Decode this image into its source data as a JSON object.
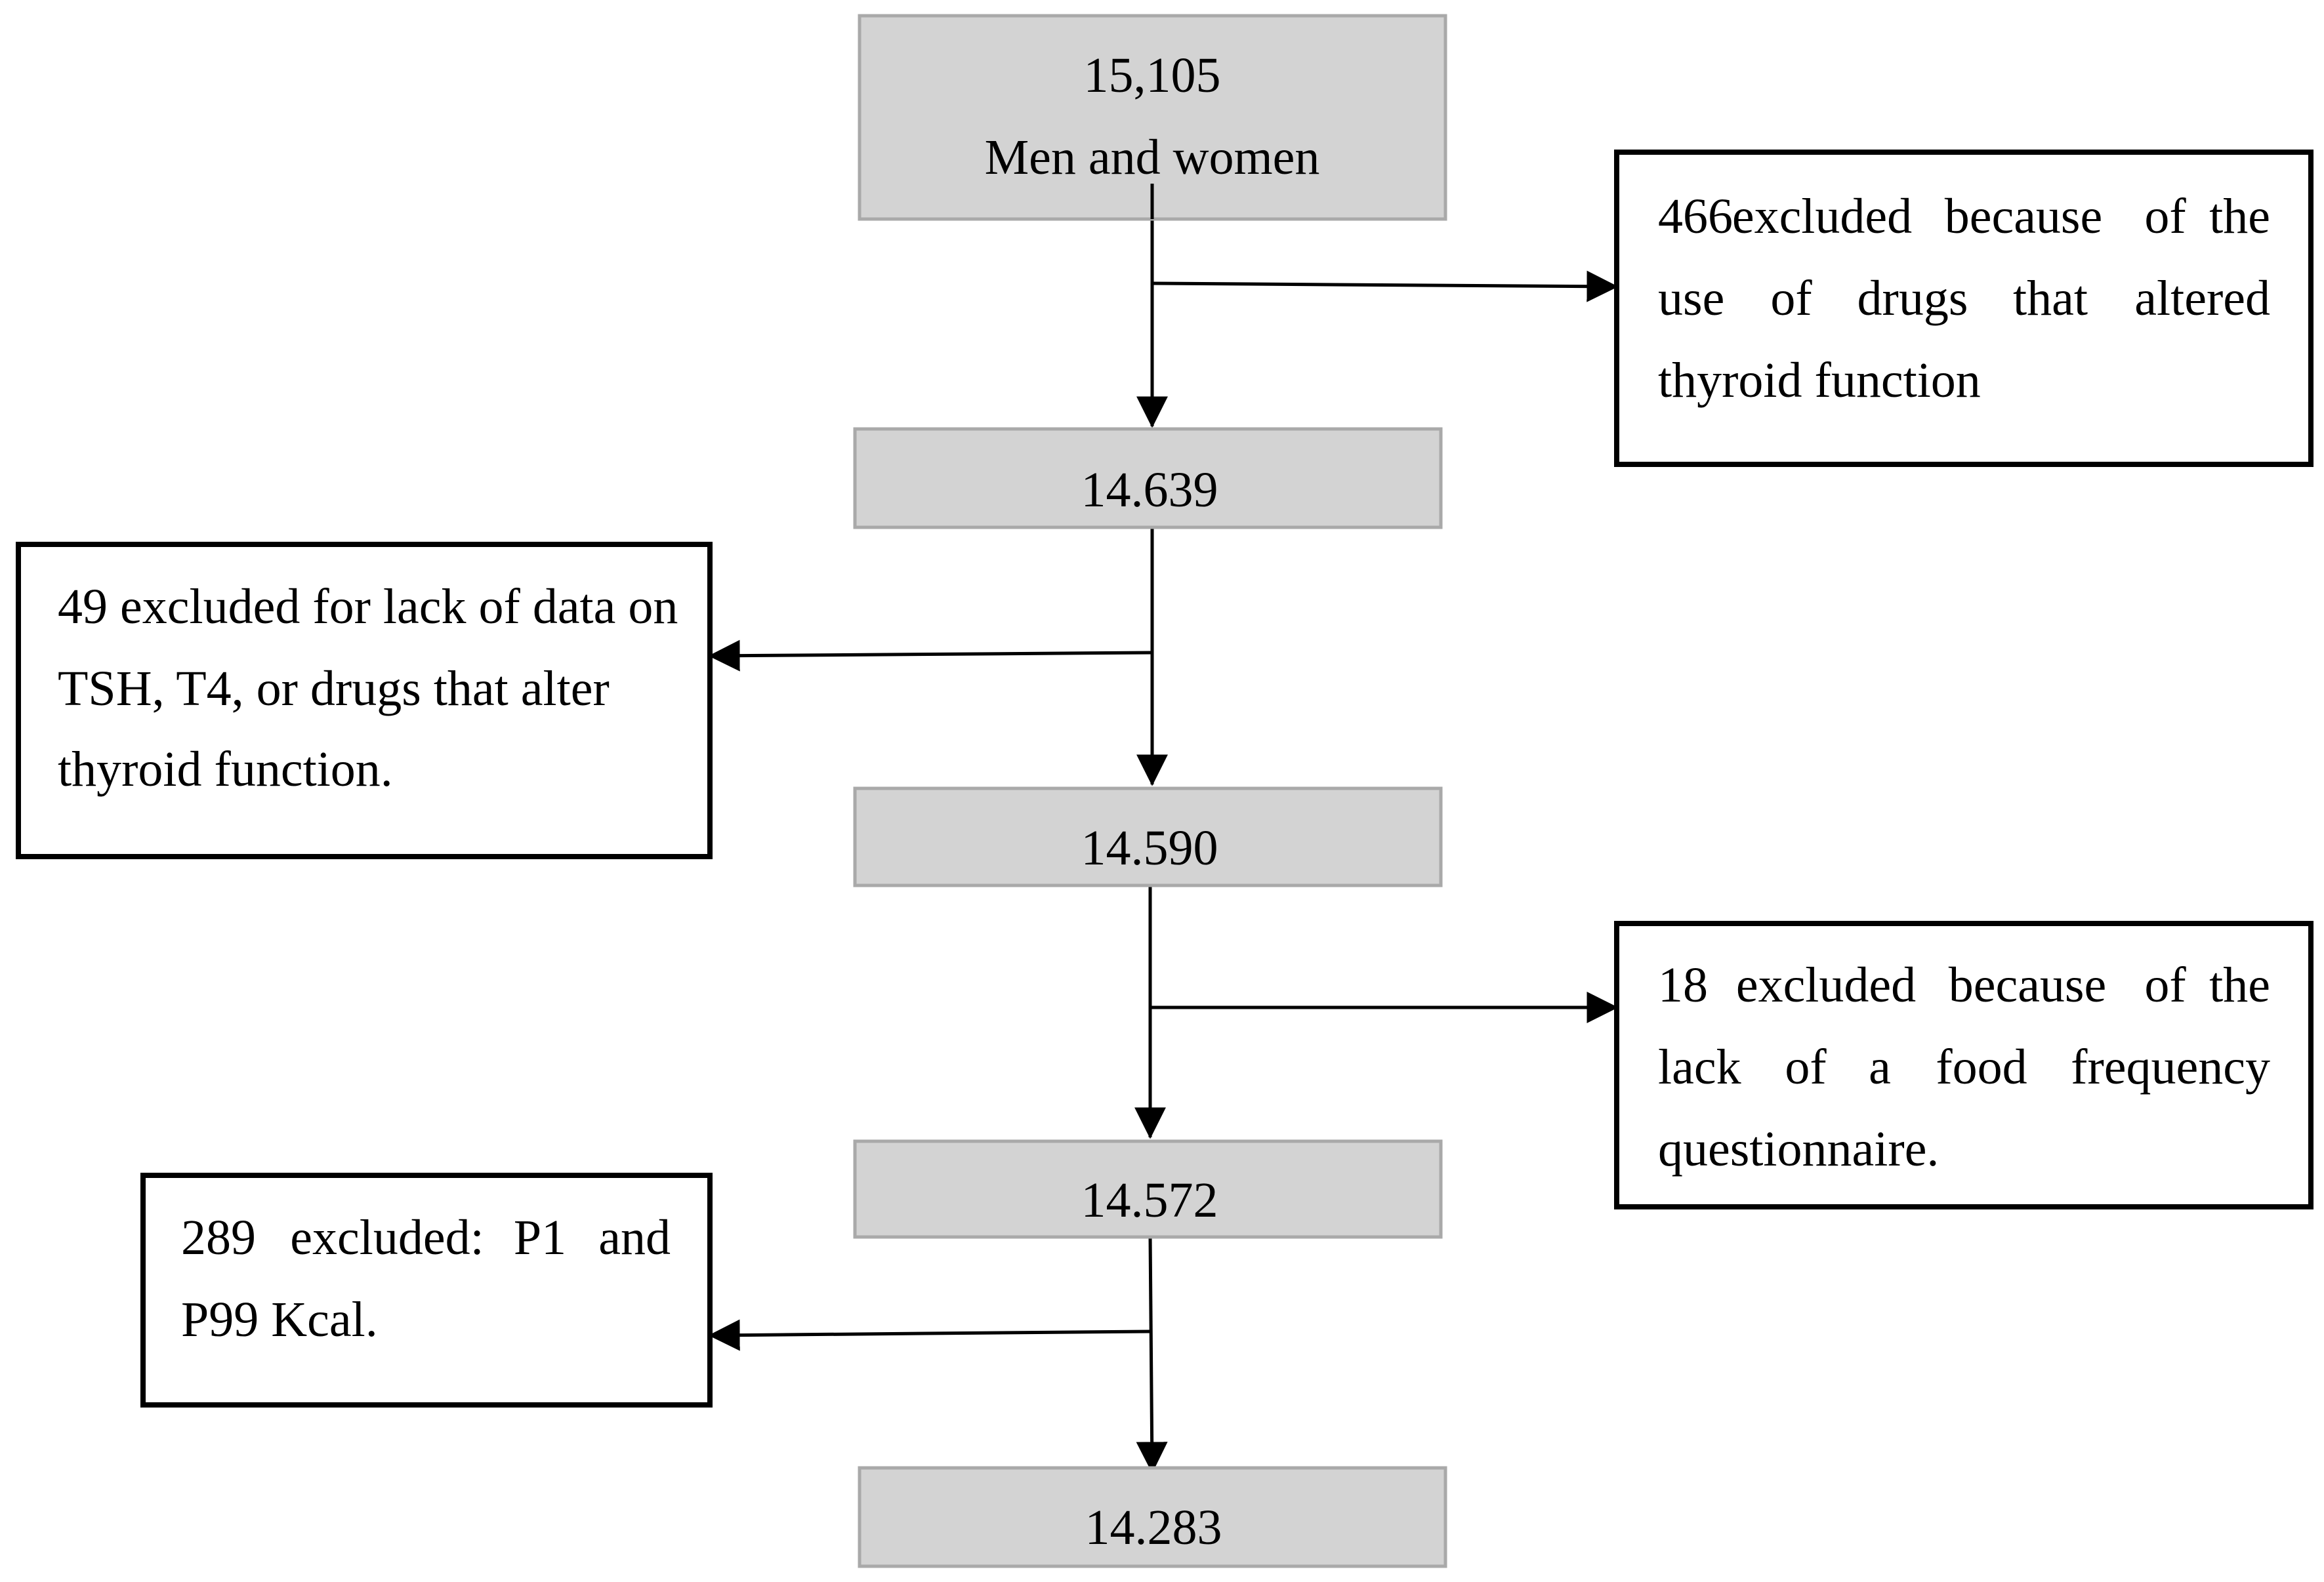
{
  "nodes": {
    "start": {
      "count": "15,105",
      "label": "Men and women"
    },
    "step1": {
      "count": "14.639"
    },
    "step2": {
      "count": "14.590"
    },
    "step3": {
      "count": "14.572"
    },
    "final": {
      "count": "14.283"
    }
  },
  "exclusions": {
    "drugs": {
      "lines": [
        [
          "466",
          "excluded",
          "because",
          "of",
          "the"
        ],
        [
          "use",
          "of",
          "drugs",
          "that",
          "altered"
        ],
        [
          "thyroid function"
        ]
      ]
    },
    "missing_data": {
      "lines": [
        "49 excluded for lack of data on",
        "TSH, T4, or drugs that alter",
        "thyroid function."
      ]
    },
    "food_frequency": {
      "lines": [
        [
          "18",
          "excluded",
          "because",
          "of",
          "the"
        ],
        [
          "lack",
          "of",
          "a",
          "food",
          "frequency"
        ],
        [
          "questionnaire."
        ]
      ]
    },
    "kcal": {
      "lines": [
        [
          "289",
          "excluded:",
          "P1",
          "and"
        ],
        [
          "P99 Kcal."
        ]
      ]
    }
  },
  "colors": {
    "box_fill": "#d3d3d3",
    "box_stroke": "#a9a9a9",
    "line": "#000000"
  }
}
